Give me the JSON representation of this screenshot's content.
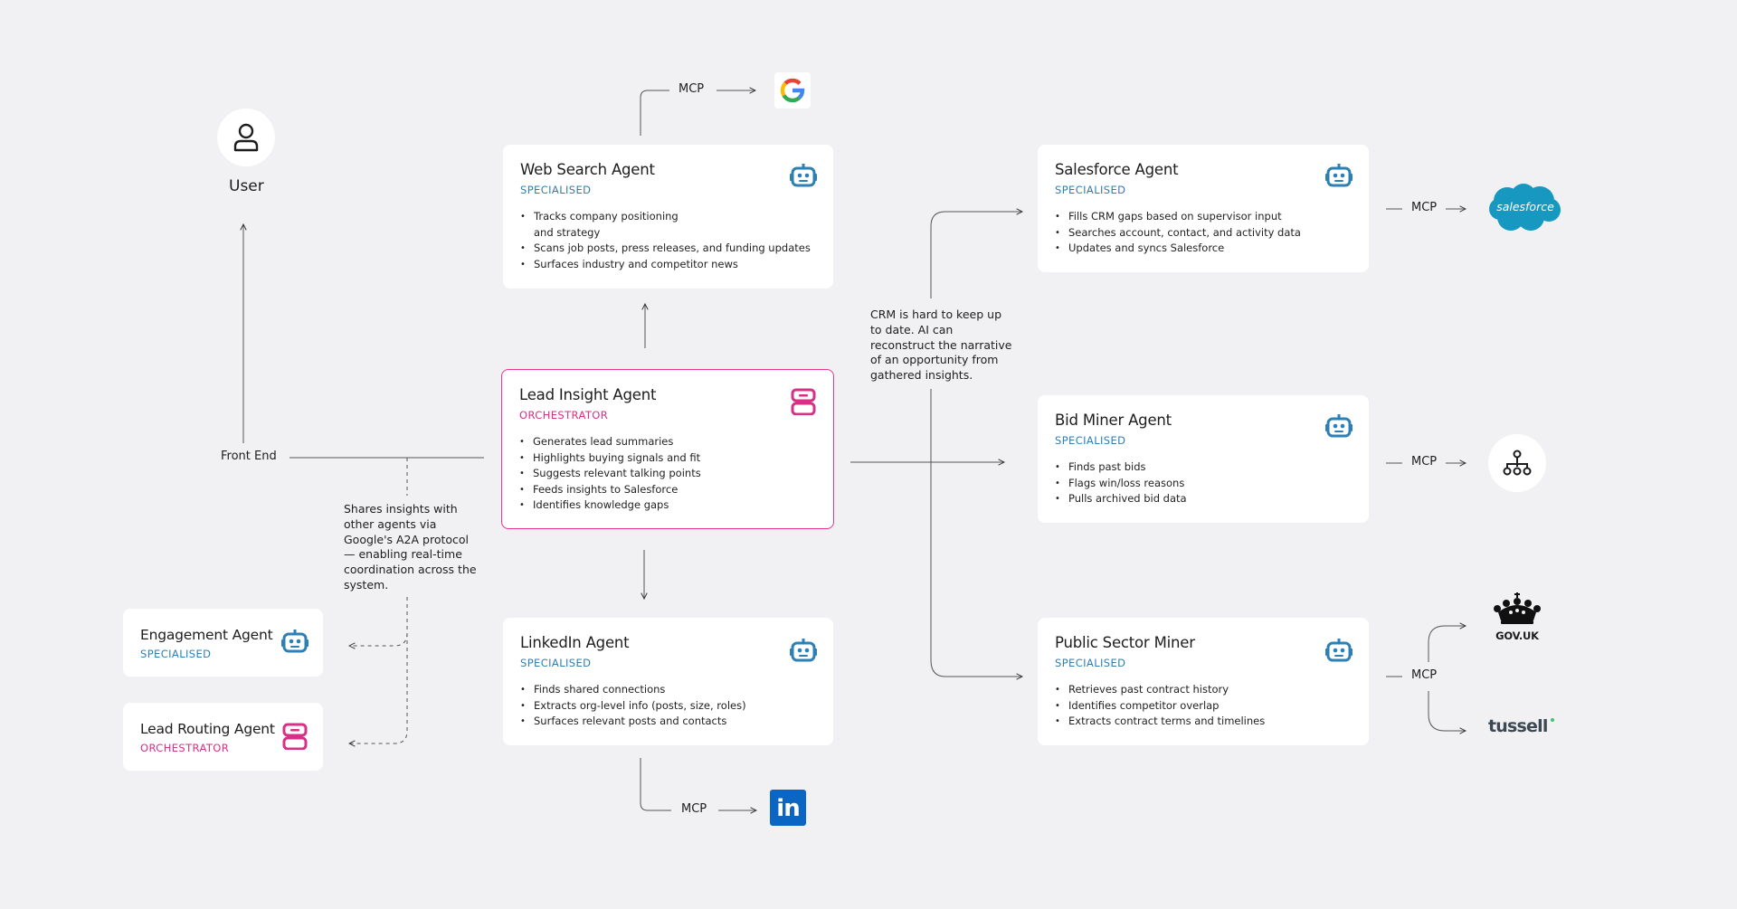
{
  "user": {
    "label": "User"
  },
  "front_end": {
    "label": "Front End"
  },
  "mcp_label": "MCP",
  "notes": {
    "a2a": "Shares insights with other agents via Google's A2A protocol — enabling real-time coordination across the system.",
    "crm": "CRM is hard to keep up to date. AI can reconstruct the narrative of an opportunity from gathered insights."
  },
  "agents": {
    "web_search": {
      "title": "Web Search Agent",
      "tag": "SPECIALISED",
      "bullets": [
        "Tracks company positioning",
        "and strategy",
        "Scans job posts, press releases, and funding updates",
        "Surfaces industry and competitor news"
      ]
    },
    "lead_insight": {
      "title": "Lead Insight Agent",
      "tag": "ORCHESTRATOR",
      "bullets": [
        "Generates lead summaries",
        "Highlights buying signals and fit",
        "Suggests relevant talking points",
        "Feeds insights to Salesforce",
        "Identifies knowledge gaps"
      ]
    },
    "linkedin": {
      "title": "LinkedIn Agent",
      "tag": "SPECIALISED",
      "bullets": [
        "Finds shared connections",
        "Extracts org-level info (posts, size, roles)",
        "Surfaces relevant posts and contacts"
      ]
    },
    "salesforce": {
      "title": "Salesforce Agent",
      "tag": "SPECIALISED",
      "bullets": [
        "Fills CRM gaps based on supervisor input",
        "Searches account, contact, and activity data",
        "Updates and syncs Salesforce"
      ]
    },
    "bid_miner": {
      "title": "Bid Miner Agent",
      "tag": "SPECIALISED",
      "bullets": [
        "Finds past bids",
        "Flags win/loss reasons",
        "Pulls archived bid data"
      ]
    },
    "public_sector": {
      "title": "Public Sector Miner",
      "tag": "SPECIALISED",
      "bullets": [
        "Retrieves past contract history",
        "Identifies competitor overlap",
        "Extracts contract terms and timelines"
      ]
    },
    "engagement": {
      "title": "Engagement Agent",
      "tag": "SPECIALISED"
    },
    "lead_routing": {
      "title": "Lead Routing Agent",
      "tag": "ORCHESTRATOR"
    }
  },
  "logos": {
    "salesforce": "salesforce",
    "govuk": "GOV.UK",
    "tussell": "tussell",
    "linkedin": "in"
  },
  "icons": {
    "user": "user-icon",
    "robot": "robot-icon",
    "google": "google-logo",
    "salesforce": "salesforce-logo",
    "bid_network": "network-hierarchy-icon",
    "govuk": "govuk-crown-logo",
    "tussell": "tussell-logo",
    "linkedin": "linkedin-logo"
  },
  "colors": {
    "background": "#f1f1f3",
    "specialised": "#2e7fb3",
    "orchestrator": "#d63186",
    "linkedin": "#0a66c2",
    "salesforce": "#1798c1"
  }
}
